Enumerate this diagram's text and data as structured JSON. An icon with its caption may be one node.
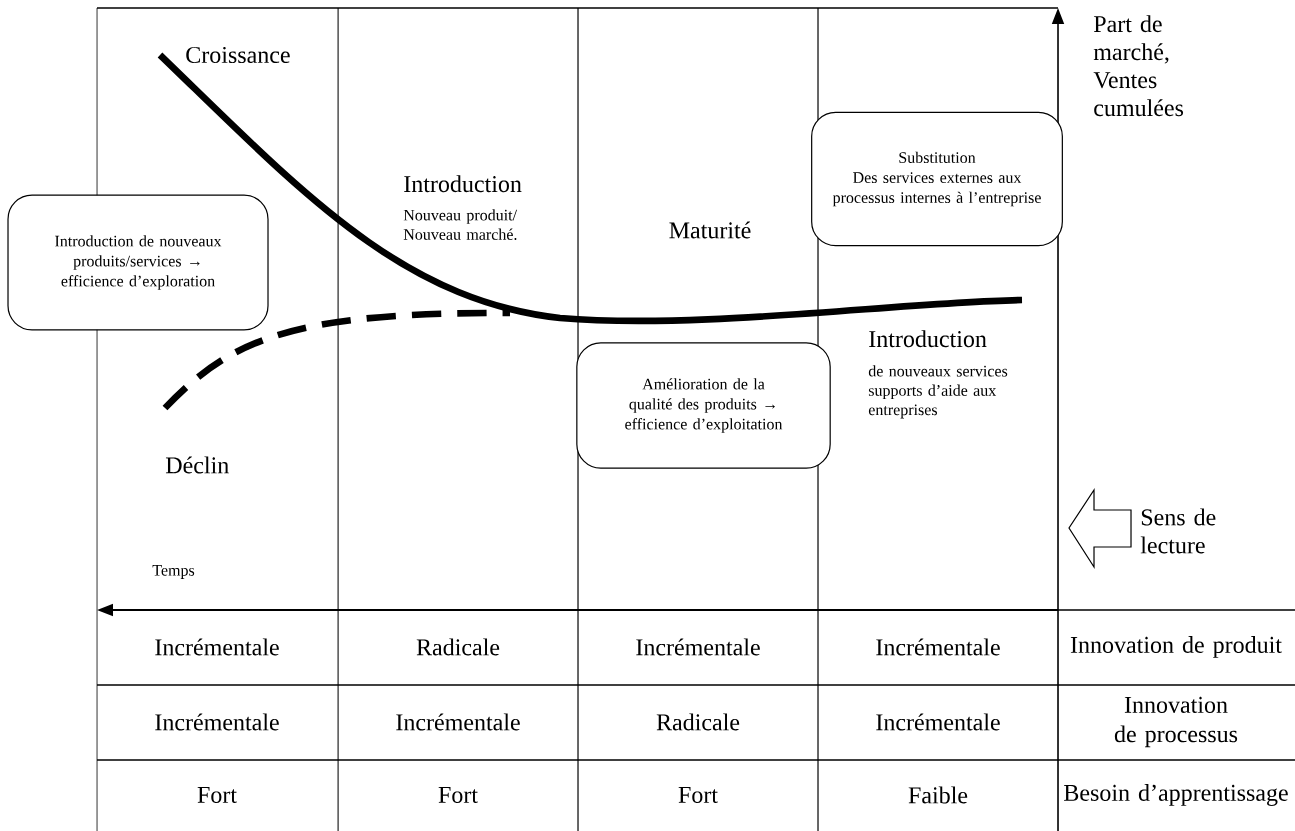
{
  "diagram": {
    "nodes": [
      {
        "text": [
          "Introduction de nouveaux produits/services → efficience d’exploration"
        ]
      },
      {
        "text": [
          "Substitution",
          "Des services externes aux processus internes à l’entreprise"
        ]
      },
      {
        "text": [
          "Amélioration de la qualité des produits → efficience d’exploitation"
        ]
      }
    ],
    "labels": [
      "Croissance",
      "Introduction",
      "Nouveau produit/ Nouveau marché.",
      "Maturité",
      "Introduction",
      "de nouveaux services supports d’aide aux entreprises",
      "Déclin",
      "Temps",
      "Part de marché, Ventes cumulées",
      "Sens de lecture",
      "Incrémentale",
      "Radicale",
      "Incrémentale",
      "Incrémentale",
      "Innovation de produit",
      "Incrémentale",
      "Incrémentale",
      "Radicale",
      "Incrémentale",
      "Innovation de processus",
      "Fort",
      "Fort",
      "Fort",
      "Faible",
      "Besoin d’apprentissage"
    ]
  }
}
